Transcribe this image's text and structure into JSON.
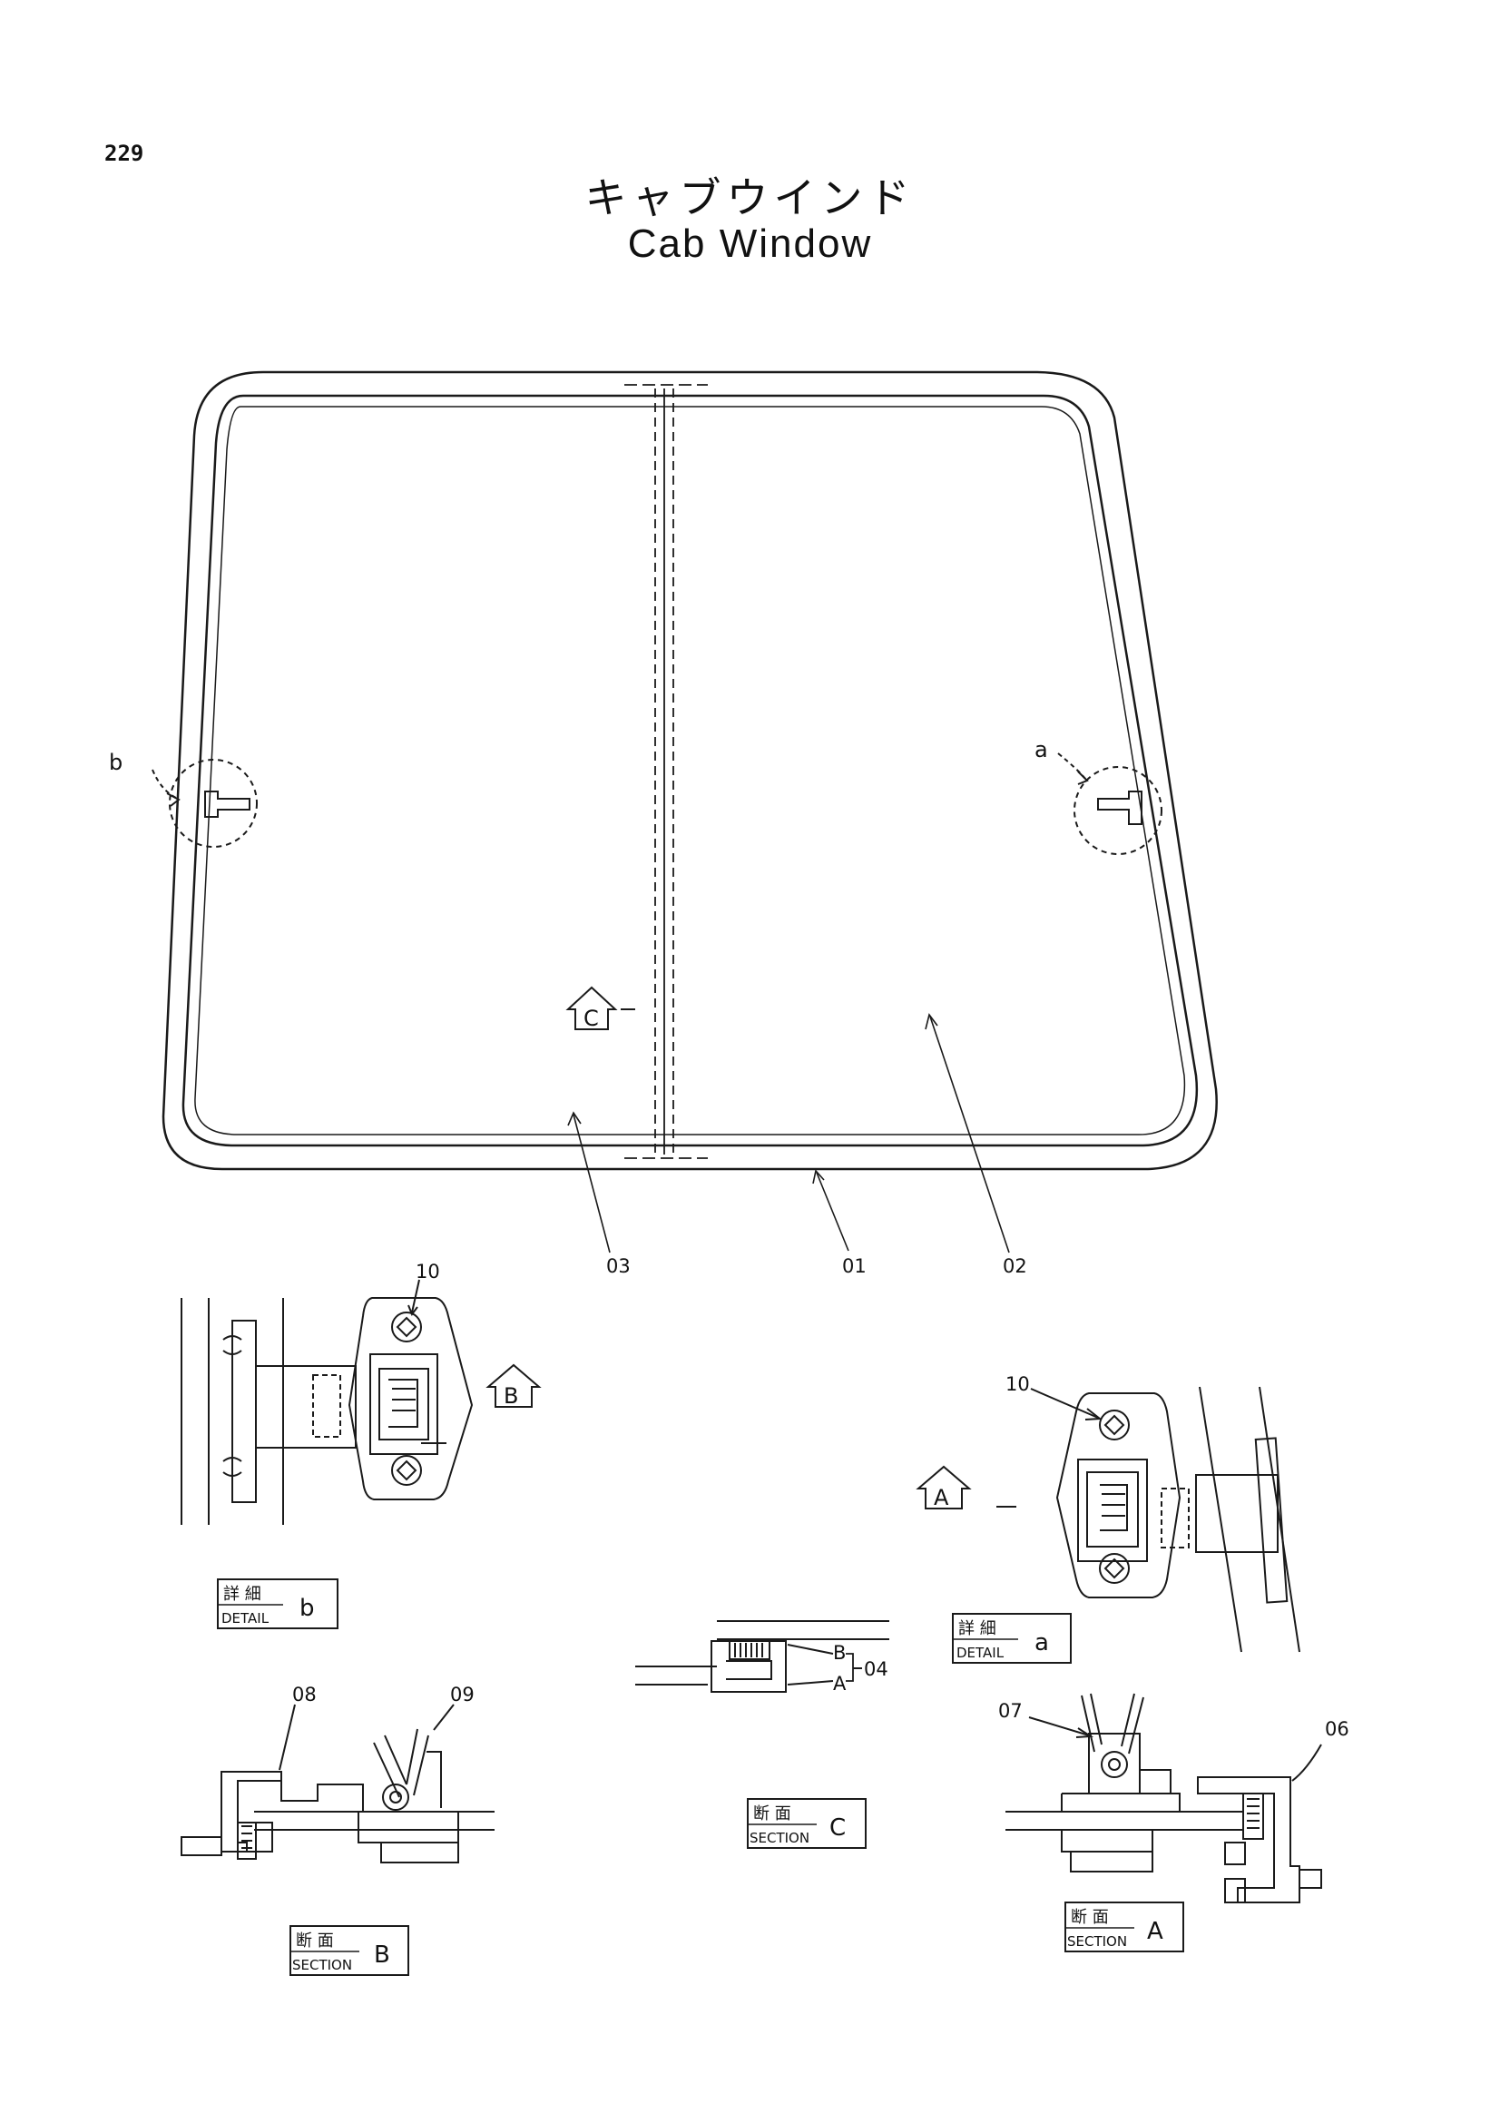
{
  "page_number": "229",
  "title": {
    "ja": "キャブウインド",
    "en": "Cab Window"
  },
  "callouts": {
    "p01": "01",
    "p02": "02",
    "p03": "03",
    "p04": "04",
    "p06": "06",
    "p07": "07",
    "p08": "08",
    "p09": "09",
    "p10_left": "10",
    "p10_right": "10",
    "sub_a": "A",
    "sub_b": "B"
  },
  "detail_markers": {
    "a": "a",
    "b": "b"
  },
  "view_arrows": {
    "a": "A",
    "b": "B",
    "c": "C"
  },
  "label_boxes": {
    "detail_b": {
      "ja": "詳 細",
      "en": "DETAIL",
      "letter": "b"
    },
    "detail_a": {
      "ja": "詳 細",
      "en": "DETAIL",
      "letter": "a"
    },
    "section_c": {
      "ja": "断 面",
      "en": "SECTION",
      "letter": "C"
    },
    "section_b": {
      "ja": "断 面",
      "en": "SECTION",
      "letter": "B"
    },
    "section_a": {
      "ja": "断 面",
      "en": "SECTION",
      "letter": "A"
    }
  },
  "line_color": "#1a1a1a"
}
